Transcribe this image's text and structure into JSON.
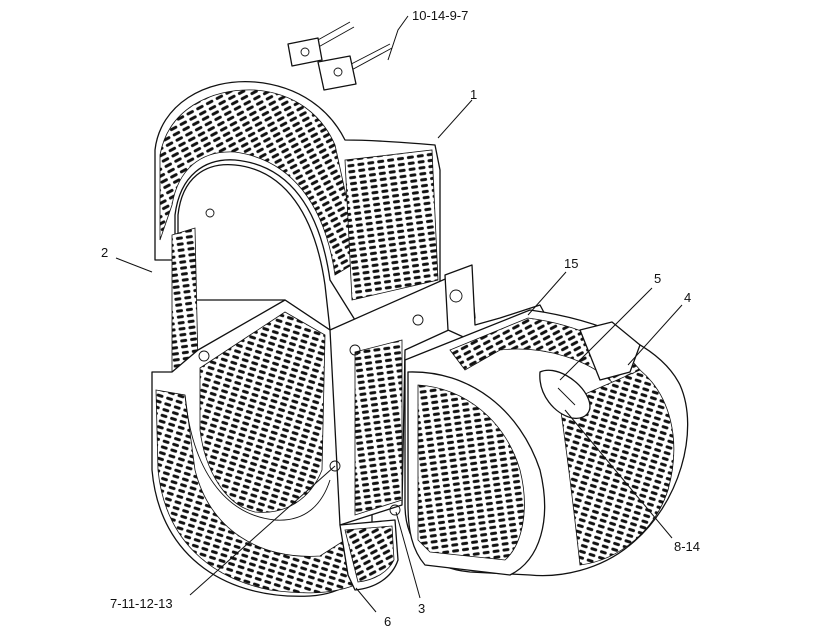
{
  "callouts": {
    "c_10_14_9_7": "10-14-9-7",
    "c_1": "1",
    "c_2": "2",
    "c_15": "15",
    "c_5": "5",
    "c_4": "4",
    "c_8_14": "8-14",
    "c_7_11_12_13": "7-11-12-13",
    "c_3": "3",
    "c_6": "6"
  },
  "colors": {
    "ink": "#111111",
    "paper": "#ffffff"
  }
}
